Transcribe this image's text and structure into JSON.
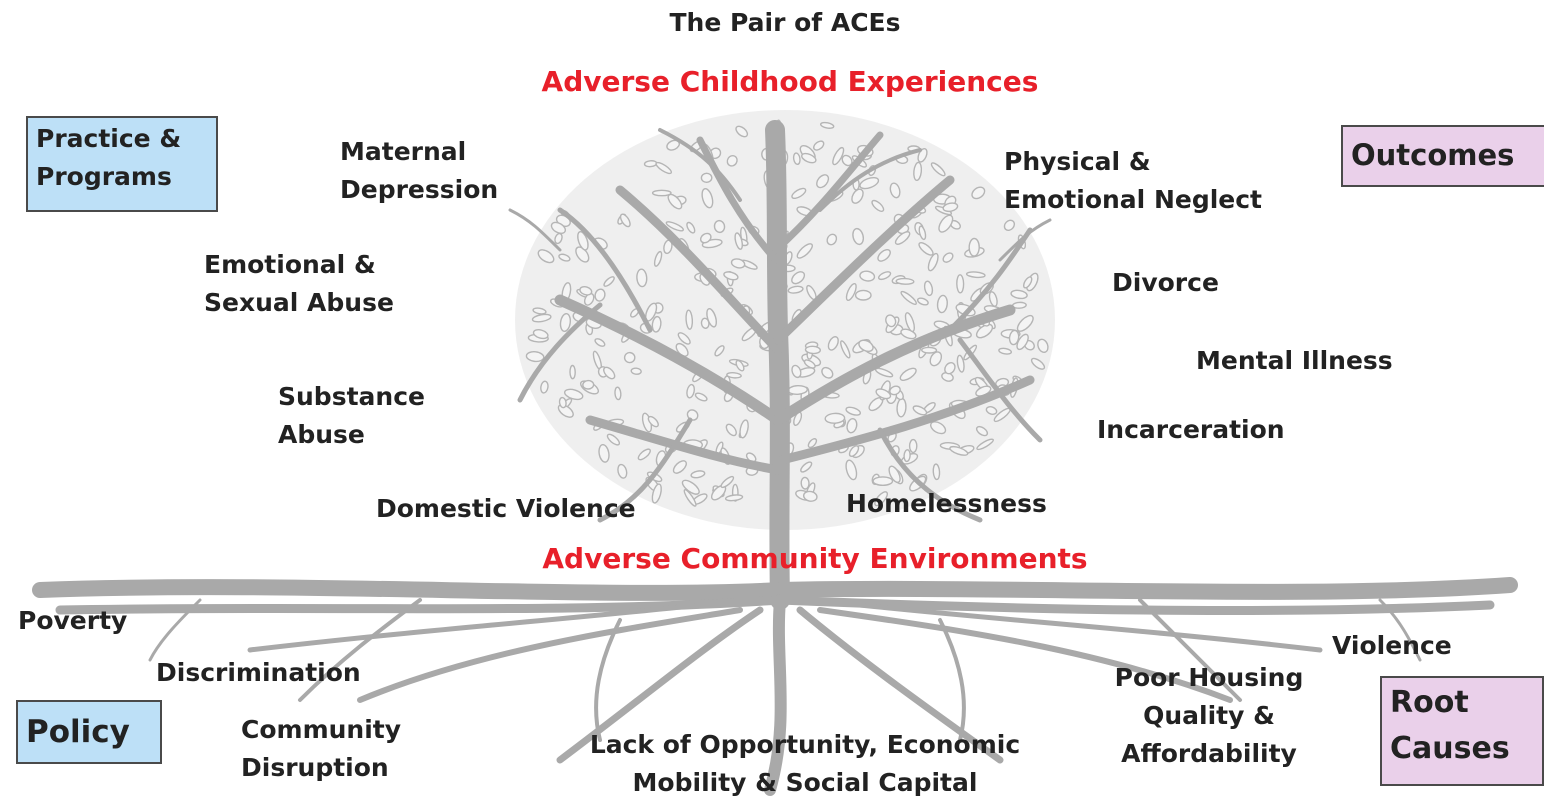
{
  "title": "The Pair of ACEs",
  "headings": {
    "top": "Adverse Childhood Experiences",
    "bottom": "Adverse Community Environments"
  },
  "boxes": {
    "practice": {
      "line1": "Practice &",
      "line2": "Programs"
    },
    "outcomes": "Outcomes",
    "policy": "Policy",
    "root_causes": {
      "line1": "Root",
      "line2": "Causes"
    }
  },
  "childhood_experiences": {
    "maternal_depression": [
      "Maternal",
      "Depression"
    ],
    "physical_emotional_neglect": [
      "Physical &",
      "Emotional Neglect"
    ],
    "emotional_sexual_abuse": [
      "Emotional &",
      "Sexual Abuse"
    ],
    "divorce": "Divorce",
    "mental_illness": "Mental Illness",
    "substance_abuse": [
      "Substance",
      "Abuse"
    ],
    "incarceration": "Incarceration",
    "domestic_violence": "Domestic Violence",
    "homelessness": "Homelessness"
  },
  "community_environments": {
    "poverty": "Poverty",
    "discrimination": "Discrimination",
    "community_disruption": [
      "Community",
      "Disruption"
    ],
    "lack_of_opportunity": [
      "Lack of Opportunity, Economic",
      "Mobility & Social Capital"
    ],
    "poor_housing": [
      "Poor Housing",
      "Quality &",
      "Affordability"
    ],
    "violence": "Violence"
  },
  "colors": {
    "heading_red": "#e8202a",
    "tree_gray": "#a9a9a9",
    "box_blue": "#bde0f7",
    "box_pink": "#ead0ea"
  }
}
